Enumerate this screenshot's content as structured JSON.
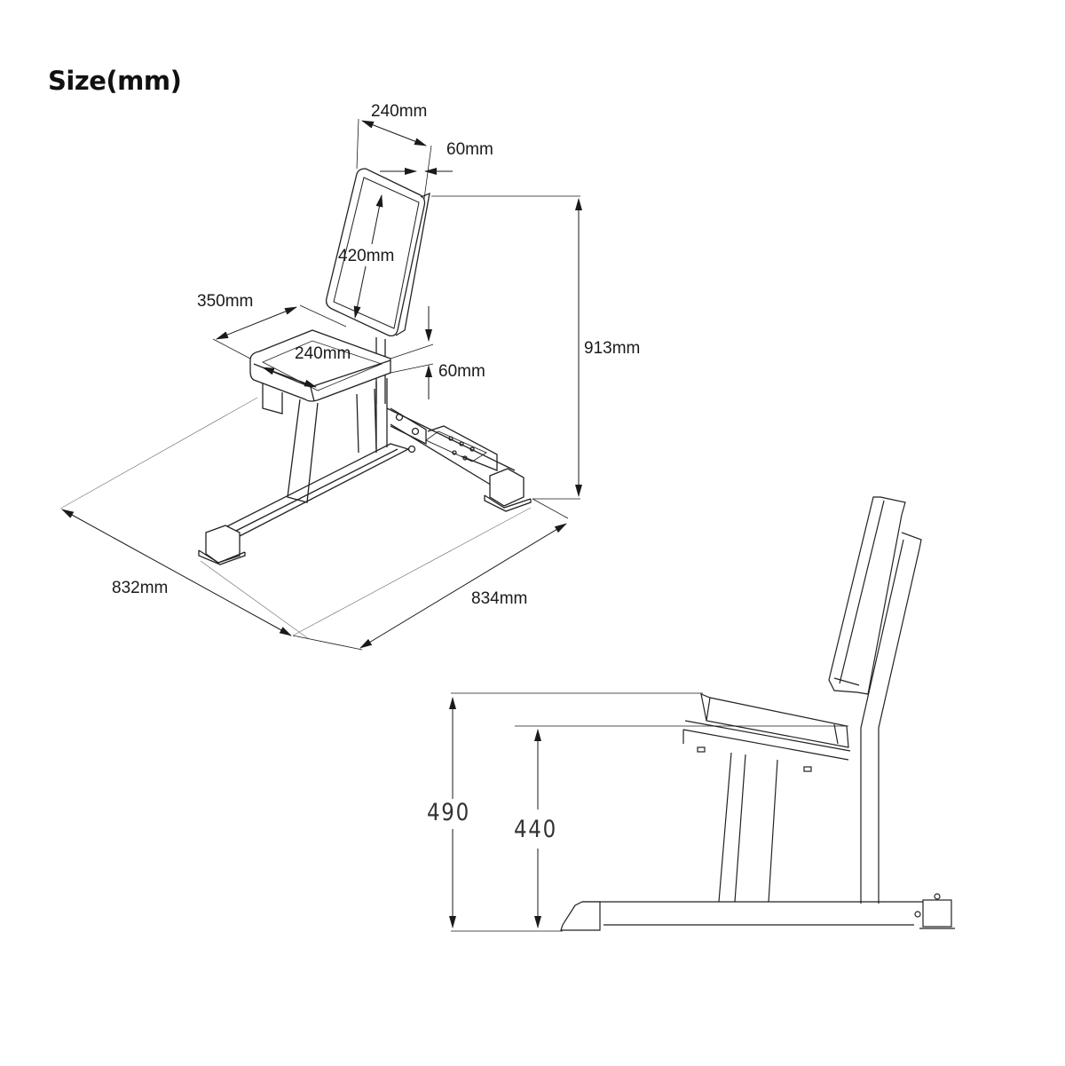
{
  "title": "Size(mm)",
  "iso_view": {
    "backrest_width": "240mm",
    "backrest_thickness": "60mm",
    "backrest_height": "420mm",
    "seat_depth": "350mm",
    "seat_width": "240mm",
    "seat_thickness": "60mm",
    "total_height": "913mm",
    "footprint_length": "832mm",
    "footprint_width": "834mm"
  },
  "side_view": {
    "seat_top_height": "490",
    "seat_bottom_height": "440"
  },
  "colors": {
    "line": "#1a1a1a",
    "thin_line": "#555555",
    "background": "#ffffff"
  }
}
